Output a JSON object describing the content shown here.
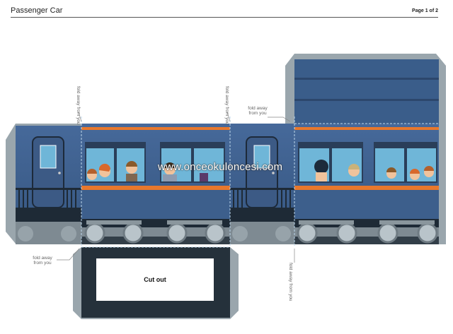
{
  "header": {
    "title": "Passenger Car",
    "page": "Page 1 of 2"
  },
  "fold_labels": {
    "top_left": "fold away from you",
    "top_middle": "fold away from you",
    "top_right": "fold away from you",
    "bottom_left": "fold away from you",
    "bottom_right": "fold away from you"
  },
  "cutout": {
    "label": "Cut out"
  },
  "watermark": {
    "text": "www.onceokuloncesi.com"
  },
  "colors": {
    "car_body": "#3d5f8c",
    "stripe": "#e8782c",
    "window": "#6fb6d8",
    "frame": "#1e2a36",
    "grey": "#9aa6ad"
  }
}
